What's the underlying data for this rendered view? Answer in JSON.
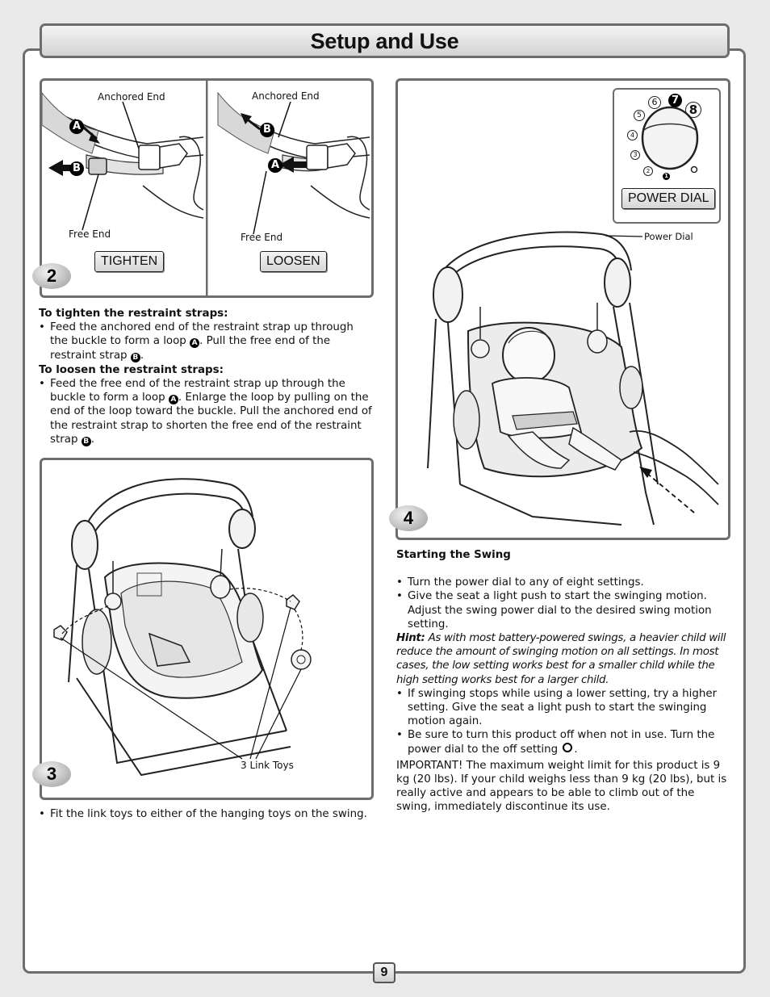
{
  "title": "Setup and Use",
  "page_number": "9",
  "step2": {
    "badge": "2",
    "tighten": {
      "anchored_end": "Anchored End",
      "free_end": "Free End",
      "label": "TIGHTEN",
      "marker_a": "A",
      "marker_b": "B"
    },
    "loosen": {
      "anchored_end": "Anchored End",
      "free_end": "Free End",
      "label": "LOOSEN",
      "marker_a": "A",
      "marker_b": "B"
    },
    "tighten_heading": "To tighten the restraint straps:",
    "tighten_text_1": "Feed the anchored end of the restraint strap up through the buckle to form a loop",
    "tighten_text_2": ". Pull the free end of the restraint strap",
    "tighten_text_3": ".",
    "loosen_heading": "To loosen the restraint straps:",
    "loosen_text_1": "Feed the free end of the restraint strap up through the buckle to form a loop",
    "loosen_text_2": ". Enlarge the loop by pulling on the end of the loop toward the buckle. Pull the anchored end of the restraint strap to shorten the free end of the restraint strap",
    "loosen_text_3": ".",
    "circle_a": "A",
    "circle_b": "B"
  },
  "step3": {
    "badge": "3",
    "callout": "3 Link Toys",
    "bullet": "Fit the link toys to either of the hanging toys on the swing."
  },
  "step4": {
    "badge": "4",
    "dial_label": "POWER DIAL",
    "dial_numbers": [
      "1",
      "2",
      "3",
      "4",
      "5",
      "6",
      "7",
      "8"
    ],
    "callout": "Power Dial",
    "heading": "Starting the Swing",
    "bullet_1": "Turn the power dial to any of eight settings.",
    "bullet_2": "Give the seat a light push to start the swinging motion. Adjust the swing power dial to the desired swing motion setting.",
    "hint_label": "Hint:",
    "hint_text": "As with most battery-powered swings, a heavier child will reduce the amount of swinging motion on all settings. In most cases, the low setting works best for a smaller child while the high setting works best for a larger child.",
    "bullet_3": "If swinging stops while using a lower setting, try a higher setting. Give the seat a light push to start the swinging motion again.",
    "bullet_4": "Be sure to turn this product off when not in use. Turn the power dial to the off setting",
    "bullet_4_end": ".",
    "important_label": "IMPORTANT!",
    "important_text": "The maximum weight limit for this product is 9 kg (20 lbs). If your child weighs less than 9 kg (20 lbs), but is really active and appears to be able to climb out of the swing, immediately discontinue its use."
  },
  "colors": {
    "frame": "#6d6d6d",
    "background": "#e9e9e9",
    "badge": "#9a9a9a"
  }
}
